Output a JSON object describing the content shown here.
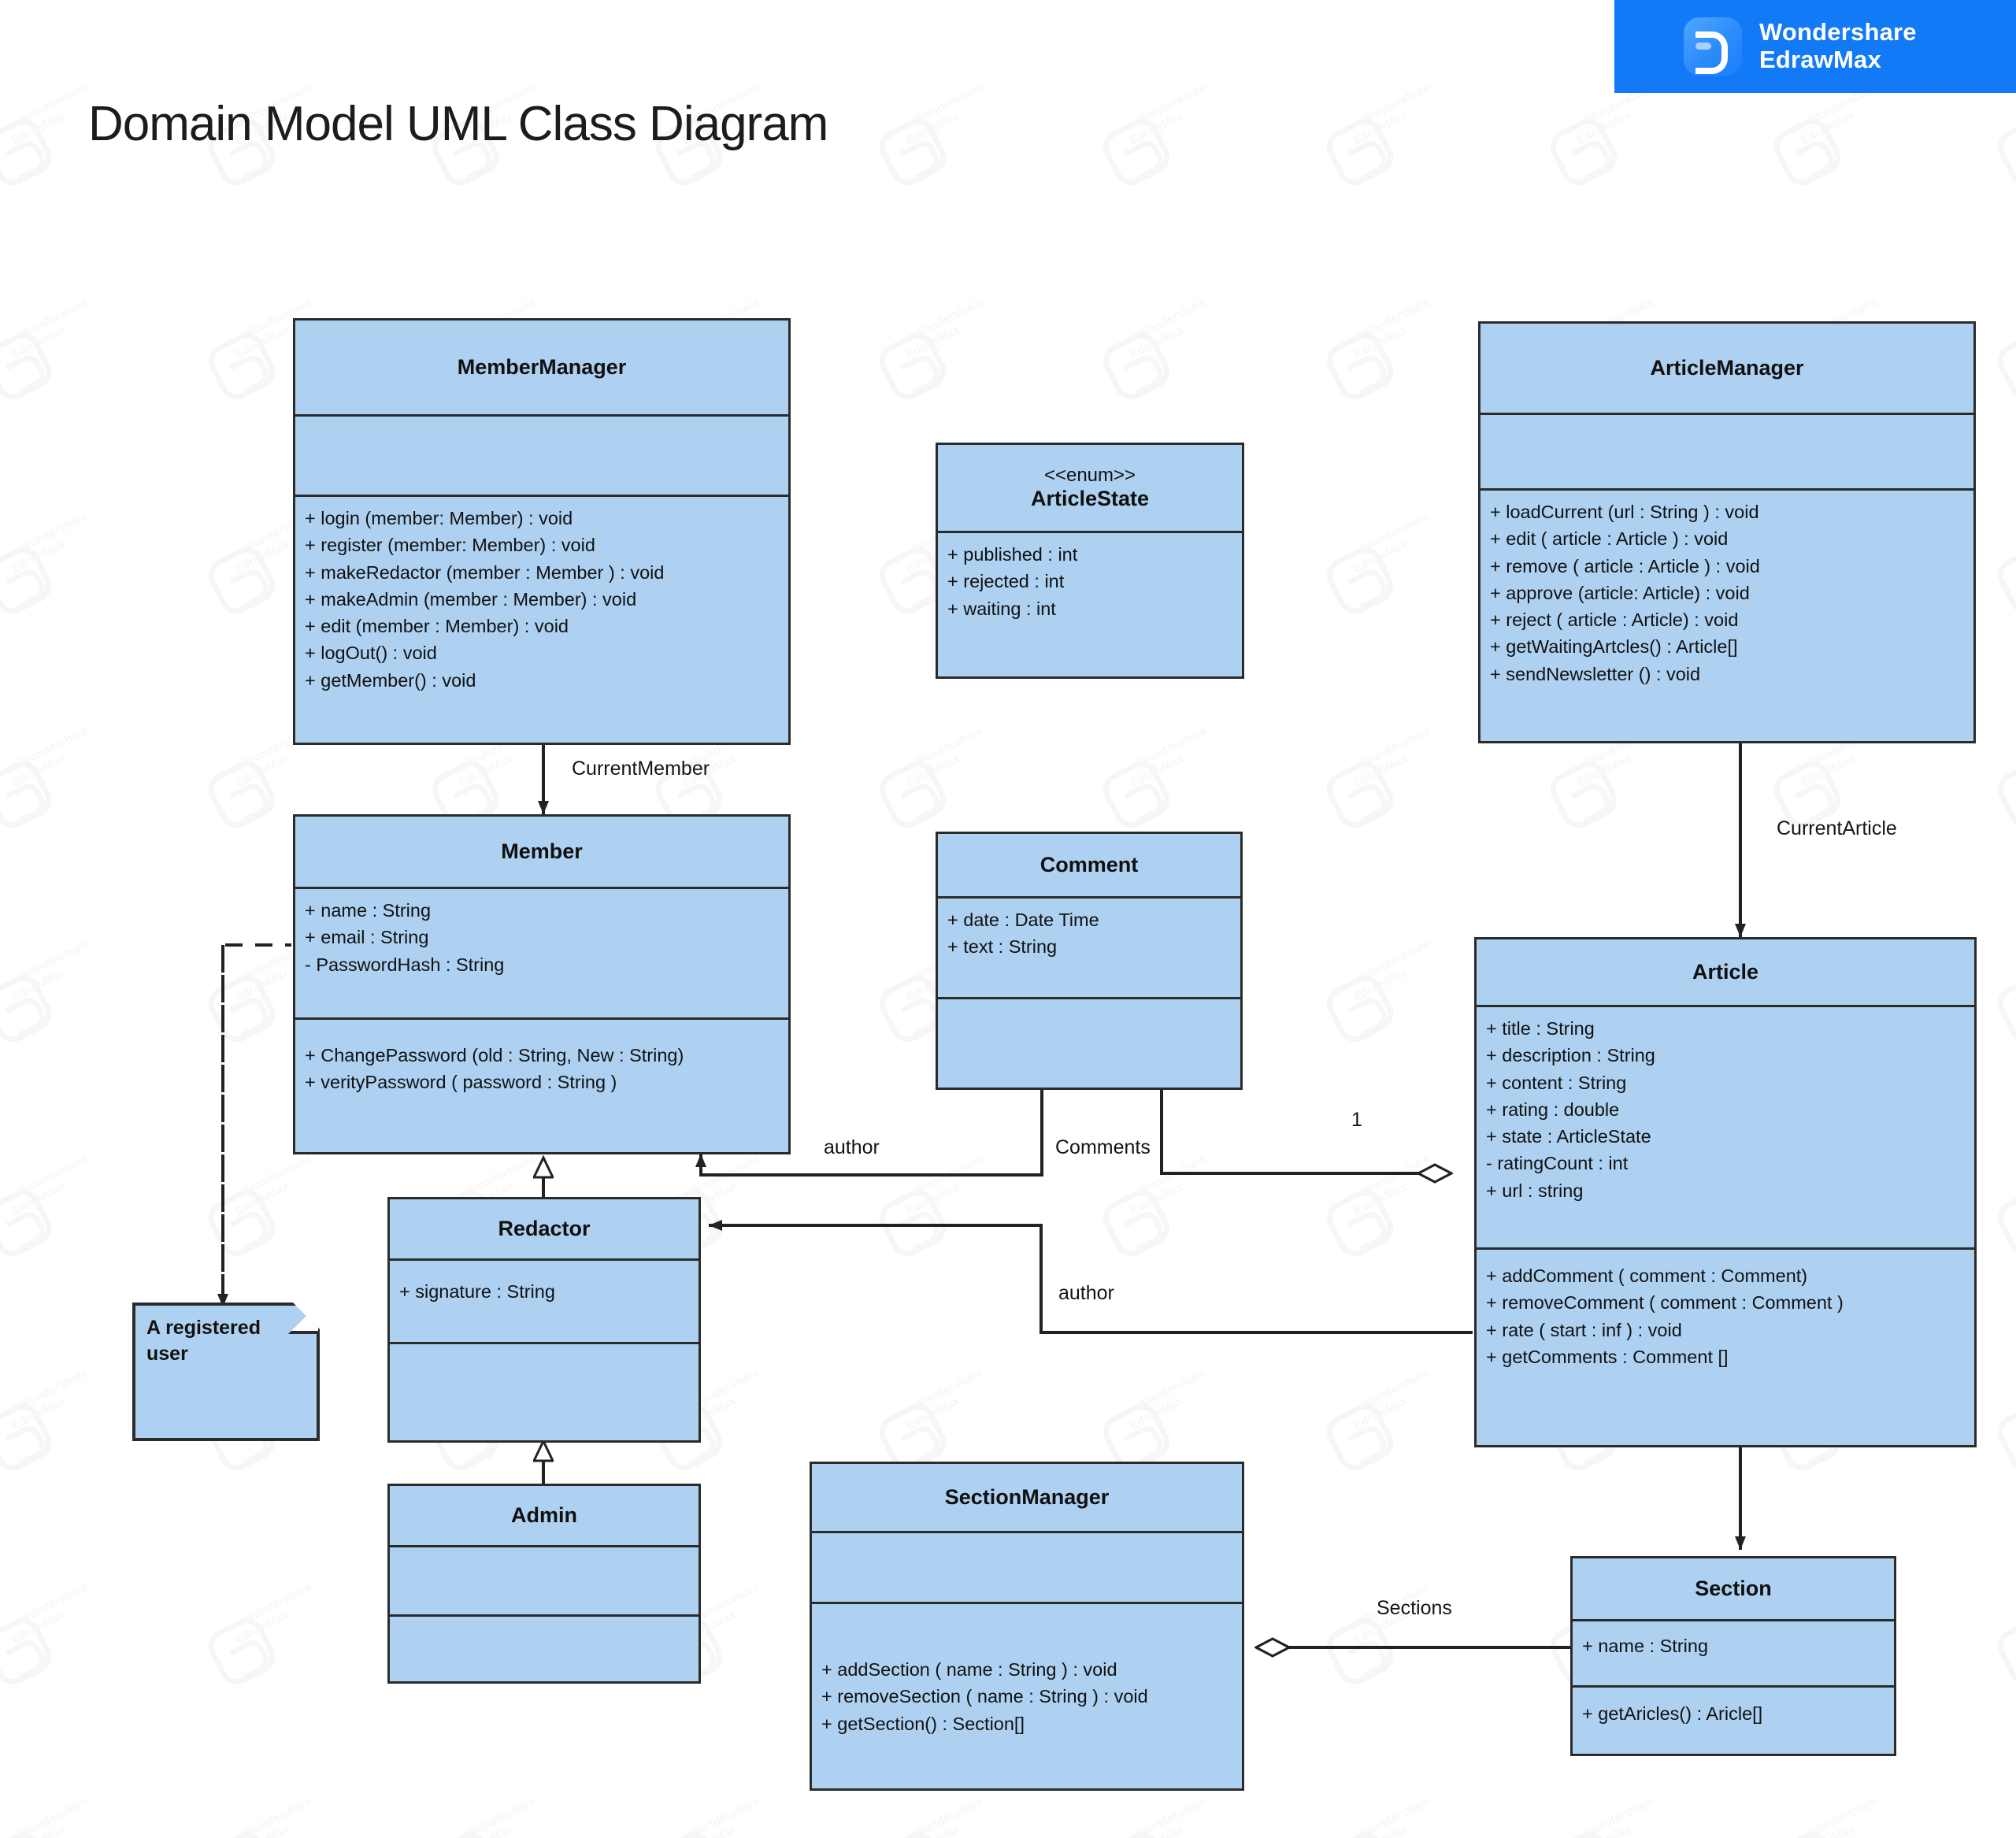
{
  "page": {
    "title": "Domain Model UML Class Diagram",
    "background": "#ffffff",
    "class_fill": "#aed1f2",
    "class_border": "#2b2b2b"
  },
  "brand": {
    "line1": "Wondershare",
    "line2": "EdrawMax",
    "badge_color": "#1279f7",
    "watermark_line1": "Wondershare",
    "watermark_line2": "EdrawMax"
  },
  "classes": [
    {
      "id": "member-manager",
      "name": "MemberManager",
      "stereotype": "",
      "attributes": [],
      "operations": [
        "+   login (member: Member) : void",
        "+   register (member:  Member) : void",
        "+  makeRedactor (member : Member ) : void",
        "+  makeAdmin (member : Member) : void",
        "+  edit (member : Member) : void",
        "+  logOut() : void",
        "+  getMember() : void"
      ]
    },
    {
      "id": "article-state",
      "name": "ArticleState",
      "stereotype": "<<enum>>",
      "attributes": [
        "+   published : int",
        "+   rejected : int",
        "+  waiting : int"
      ],
      "operations": []
    },
    {
      "id": "article-manager",
      "name": "ArticleManager",
      "stereotype": "",
      "attributes": [],
      "operations": [
        "+ loadCurrent (url : String ) : void",
        "+ edit ( article : Article ) : void",
        "+ remove ( article : Article ) : void",
        "+ approve (article: Article) : void",
        "+ reject ( article : Article) : void",
        "+ getWaitingArtcles() : Article[]",
        "+ sendNewsletter () : void"
      ]
    },
    {
      "id": "member",
      "name": "Member",
      "stereotype": "",
      "attributes": [
        "+ name : String",
        "+  email : String",
        "-  PasswordHash : String"
      ],
      "operations": [
        "+   ChangePassword (old : String, New : String)",
        "+   verityPassword ( password : String )"
      ]
    },
    {
      "id": "comment",
      "name": "Comment",
      "stereotype": "",
      "attributes": [
        "+   date : Date Time",
        "+   text : String"
      ],
      "operations": []
    },
    {
      "id": "article",
      "name": "Article",
      "stereotype": "",
      "attributes": [
        "+  title : String",
        "+  description : String",
        "+  content : String",
        "+  rating : double",
        "+  state : ArticleState",
        "-   ratingCount : int",
        "+  url : string"
      ],
      "operations": [
        "+ addComment ( comment : Comment)",
        "+ removeComment ( comment : Comment )",
        "+ rate ( start : inf ) : void",
        "+ getComments : Comment []"
      ]
    },
    {
      "id": "redactor",
      "name": "Redactor",
      "stereotype": "",
      "attributes": [
        "+   signature : String"
      ],
      "operations": []
    },
    {
      "id": "admin",
      "name": "Admin",
      "stereotype": "",
      "attributes": [],
      "operations": []
    },
    {
      "id": "section-manager",
      "name": "SectionManager",
      "stereotype": "",
      "attributes": [],
      "operations": [
        "+ addSection ( name : String ) : void",
        "+ removeSection ( name : String ) : void",
        "+ getSection() : Section[]"
      ]
    },
    {
      "id": "section",
      "name": "Section",
      "stereotype": "",
      "attributes": [
        "+ name : String"
      ],
      "operations": [
        "+ getAricles() : Aricle[]"
      ]
    }
  ],
  "note": {
    "id": "registered-user-note",
    "text": "A registered user"
  },
  "edge_labels": {
    "current_member": "CurrentMember",
    "current_article": "CurrentArticle",
    "author_member": "author",
    "author_redactor": "author",
    "comments": "Comments",
    "comments_multiplicity": "1",
    "sections": "Sections"
  }
}
